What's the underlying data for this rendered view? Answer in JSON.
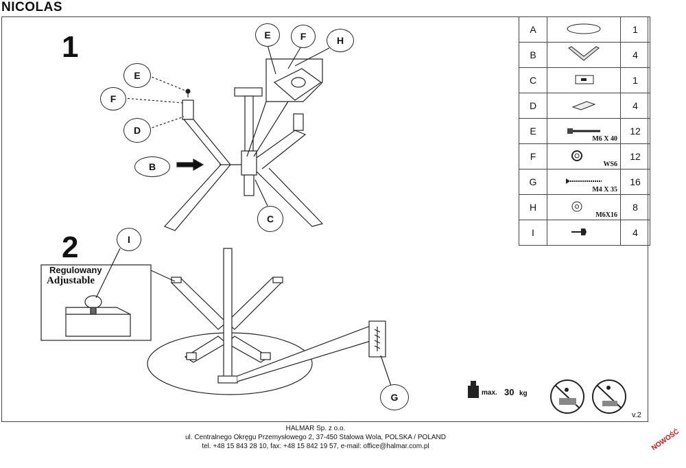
{
  "title": "NICOLAS",
  "steps": [
    "1",
    "2"
  ],
  "parts": [
    {
      "letter": "A",
      "qty": "1",
      "icon": "oval-tabletop-icon",
      "code": ""
    },
    {
      "letter": "B",
      "qty": "4",
      "icon": "v-leg-icon",
      "code": ""
    },
    {
      "letter": "C",
      "qty": "1",
      "icon": "center-bracket-icon",
      "code": ""
    },
    {
      "letter": "D",
      "qty": "4",
      "icon": "mounting-plate-icon",
      "code": ""
    },
    {
      "letter": "E",
      "qty": "12",
      "icon": "bolt-icon",
      "code": "M6 X 40"
    },
    {
      "letter": "F",
      "qty": "12",
      "icon": "spring-washer-icon",
      "code": "WS6"
    },
    {
      "letter": "G",
      "qty": "16",
      "icon": "wood-screw-icon",
      "code": "M4 X 35"
    },
    {
      "letter": "H",
      "qty": "8",
      "icon": "flat-washer-icon",
      "code": "M6X16"
    },
    {
      "letter": "I",
      "qty": "4",
      "icon": "adjustable-foot-icon",
      "code": ""
    }
  ],
  "callouts": {
    "step1": [
      "E",
      "F",
      "D",
      "B",
      "C",
      "E",
      "F",
      "H"
    ],
    "step2": [
      "I",
      "G"
    ]
  },
  "adjustable": {
    "pl": "Regulowany",
    "en": "Adjustable"
  },
  "max_load": {
    "label": "max.",
    "value": "30",
    "unit": "kg"
  },
  "version": "v.2",
  "footer": {
    "company": "HALMAR Sp. z o.o.",
    "address": "ul. Centralnego Okręgu Przemysłowego 2, 37-450 Stalowa Wola, POLSKA / POLAND",
    "contact": "tel. +48 15 843 28 10, fax: +48 15 842 19 57, e-mail: office@halmar.com.pl"
  },
  "badge": "NOWOŚĆ"
}
